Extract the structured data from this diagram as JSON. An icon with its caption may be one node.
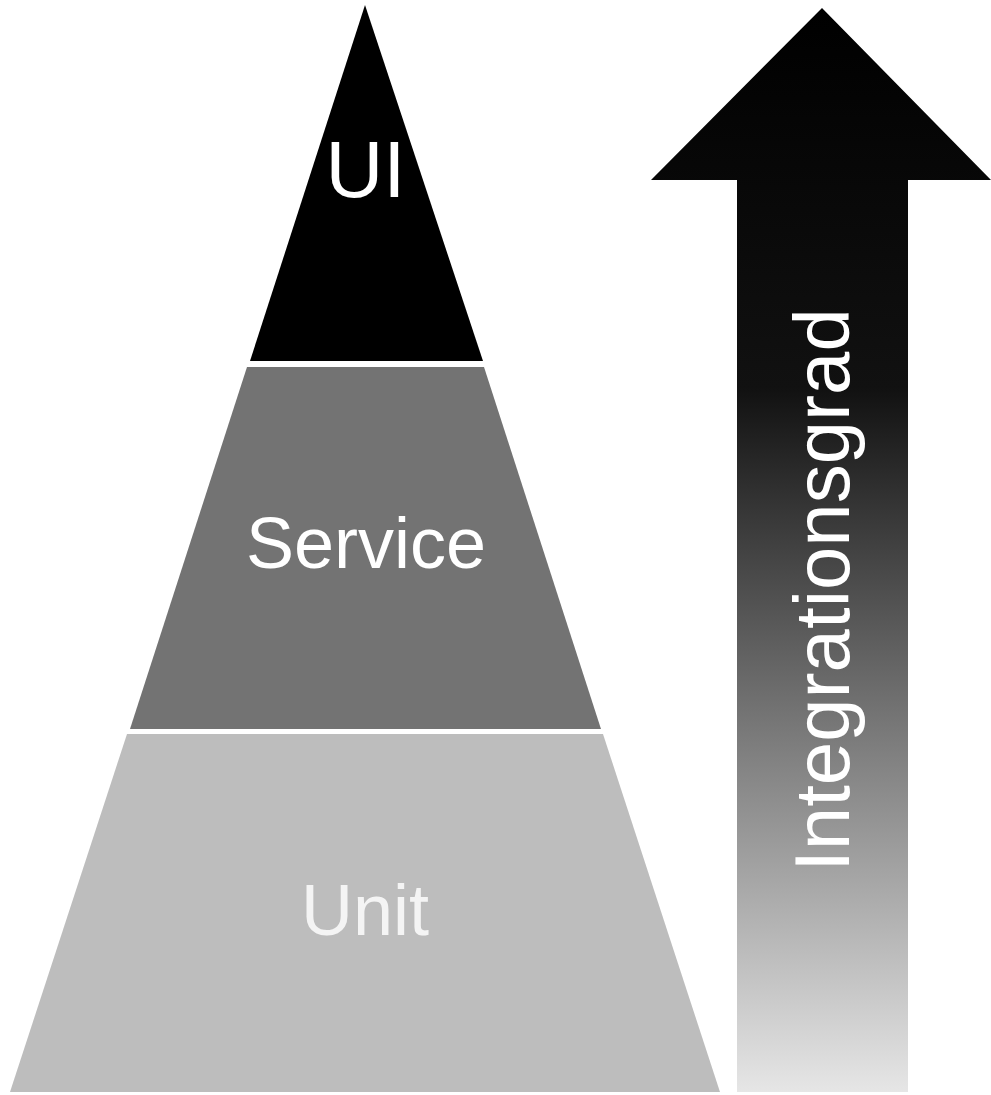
{
  "diagram": {
    "nodes": [
      {
        "text": [
          "UI"
        ]
      },
      {
        "text": [
          "Service"
        ]
      },
      {
        "text": [
          "Unit"
        ]
      }
    ],
    "labels": [
      "Integrationsgrad"
    ]
  }
}
